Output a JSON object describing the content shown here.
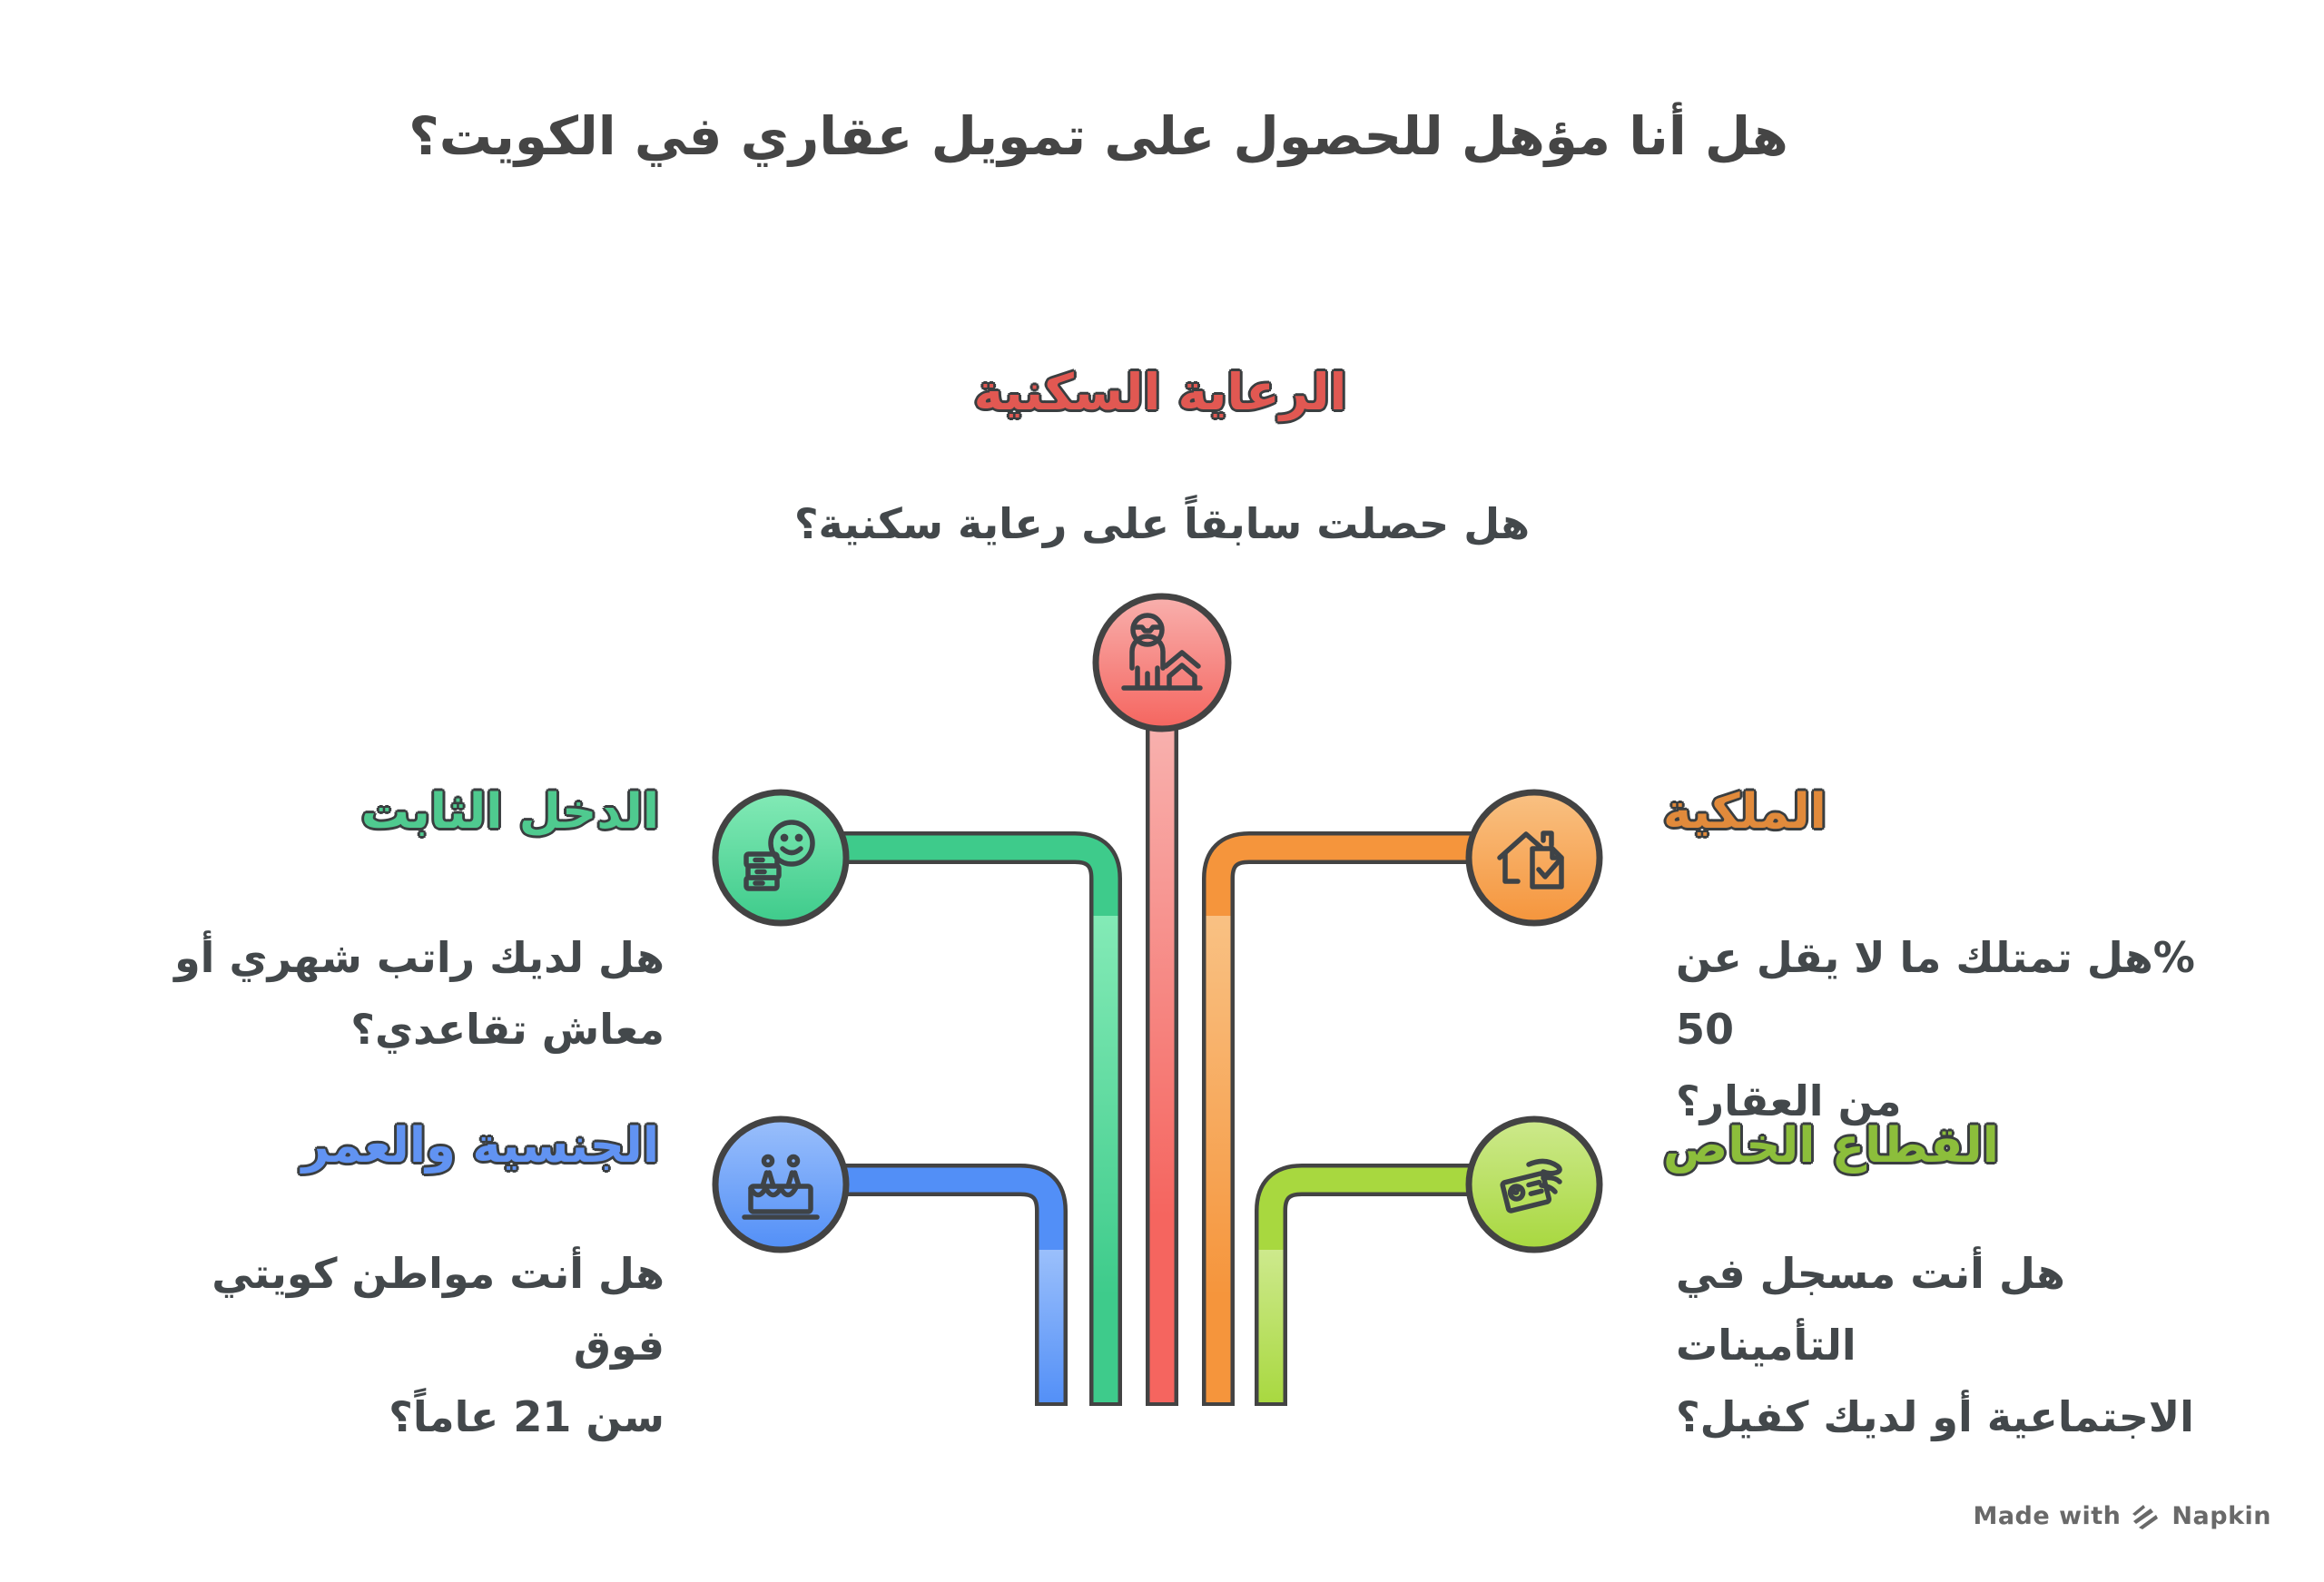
{
  "page": {
    "title": "هل أنا مؤهل للحصول على تمويل عقاري في الكويت؟",
    "title_color": "#454545",
    "background": "#ffffff"
  },
  "theme": {
    "outline": "#434343",
    "icon": "#3e4347",
    "question_color": "#43484b",
    "heading_outline": "#3a3e40"
  },
  "center_branch": {
    "label": "الرعاية السكنية",
    "question": "هل حصلت سابقاً على رعاية سكنية؟",
    "label_color": "#e15852",
    "color": "#f5655f",
    "tint": "#f8b0ad",
    "icon": "person-next-to-house-icon"
  },
  "branches": {
    "income": {
      "label": "الدخل الثابت",
      "question": "هل لديك راتب شهري أو\nمعاش تقاعدي؟",
      "label_color": "#4fca8f",
      "color": "#3ecb8b",
      "tint": "#83eab6",
      "icon": "salary-smiley-banknotes-icon"
    },
    "nationality": {
      "label": "الجنسية والعمر",
      "question": "هل أنت مواطن كويتي فوق\nسن 21 عاماً؟",
      "label_color": "#6193f2",
      "color": "#528ff7",
      "tint": "#9abffb",
      "icon": "birthday-cake-icon"
    },
    "ownership": {
      "label": "الملكية",
      "question": "%هل تمتلك ما لا يقل عن 50\nمن العقار؟",
      "label_color": "#e18a3b",
      "color": "#f5953c",
      "tint": "#f9c183",
      "icon": "house-with-checked-document-icon"
    },
    "private_sector": {
      "label": "القطاع الخاص",
      "question": "هل أنت مسجل في التأمينات\nالاجتماعية أو لديك كفيل؟",
      "label_color": "#8cbe3b",
      "color": "#a8d83f",
      "tint": "#cde98c",
      "icon": "hand-holding-id-card-icon"
    }
  },
  "watermark": {
    "made_with": "Made with",
    "brand": "Napkin",
    "color": "#696969"
  }
}
